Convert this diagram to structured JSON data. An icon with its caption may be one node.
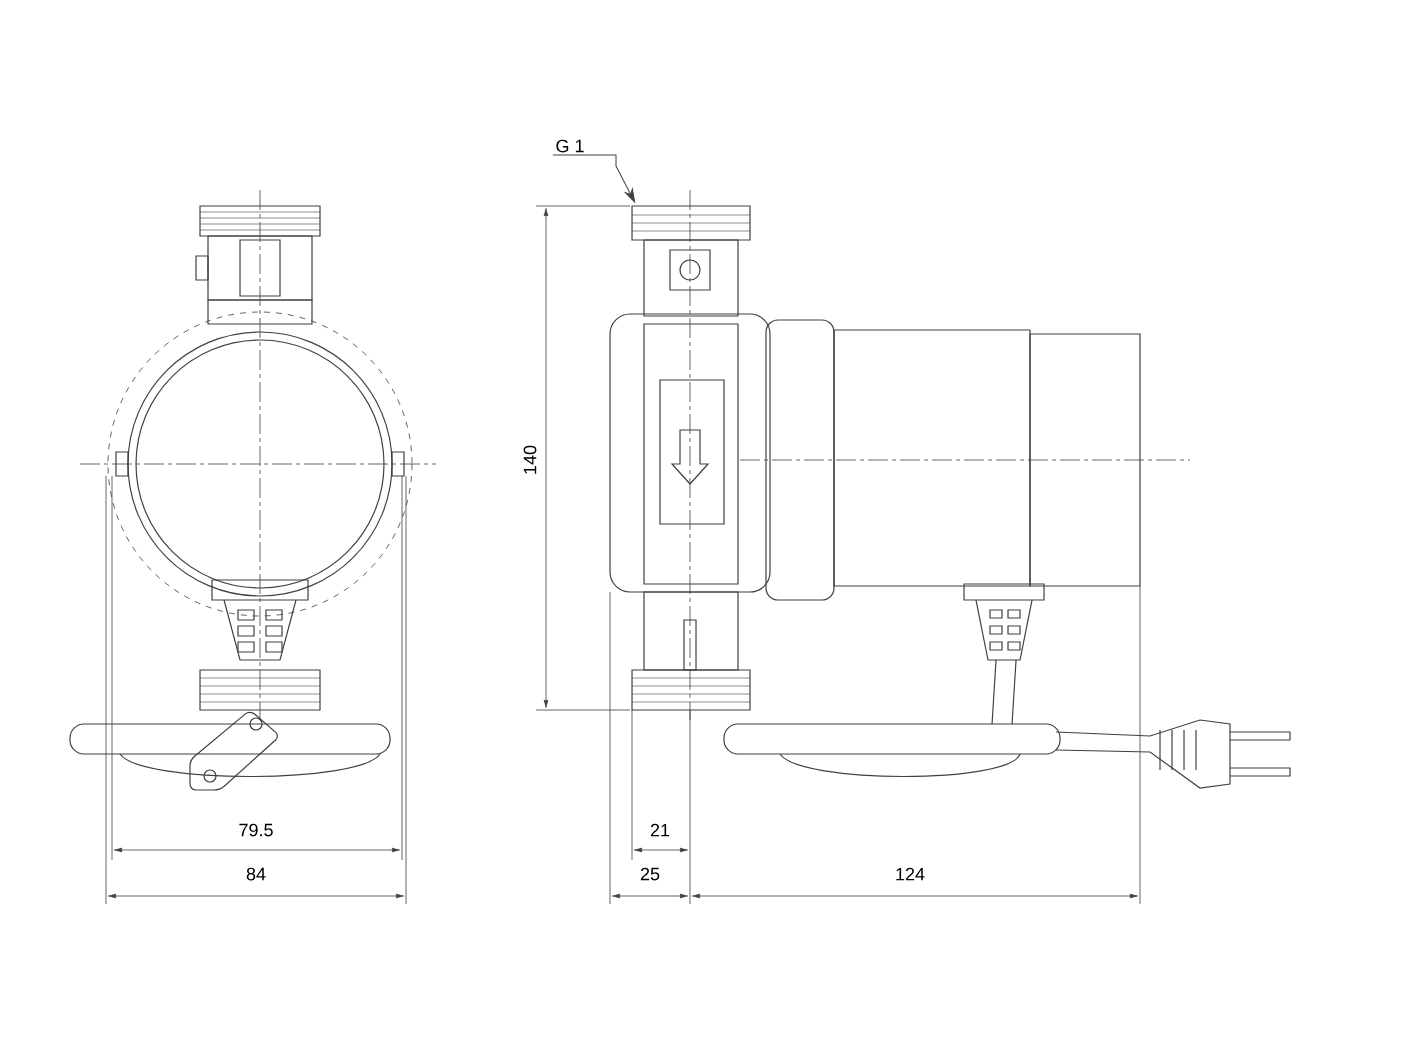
{
  "diagram": {
    "nodes": [
      {
        "text": [
          "G 1"
        ]
      },
      {
        "text": [],
        "shape": "picture"
      }
    ],
    "edges": [
      {
        "from": 0,
        "to": 1,
        "arrow": "to"
      }
    ],
    "labels": [
      "140",
      "79.5",
      "21",
      "84",
      "25",
      "124"
    ]
  }
}
